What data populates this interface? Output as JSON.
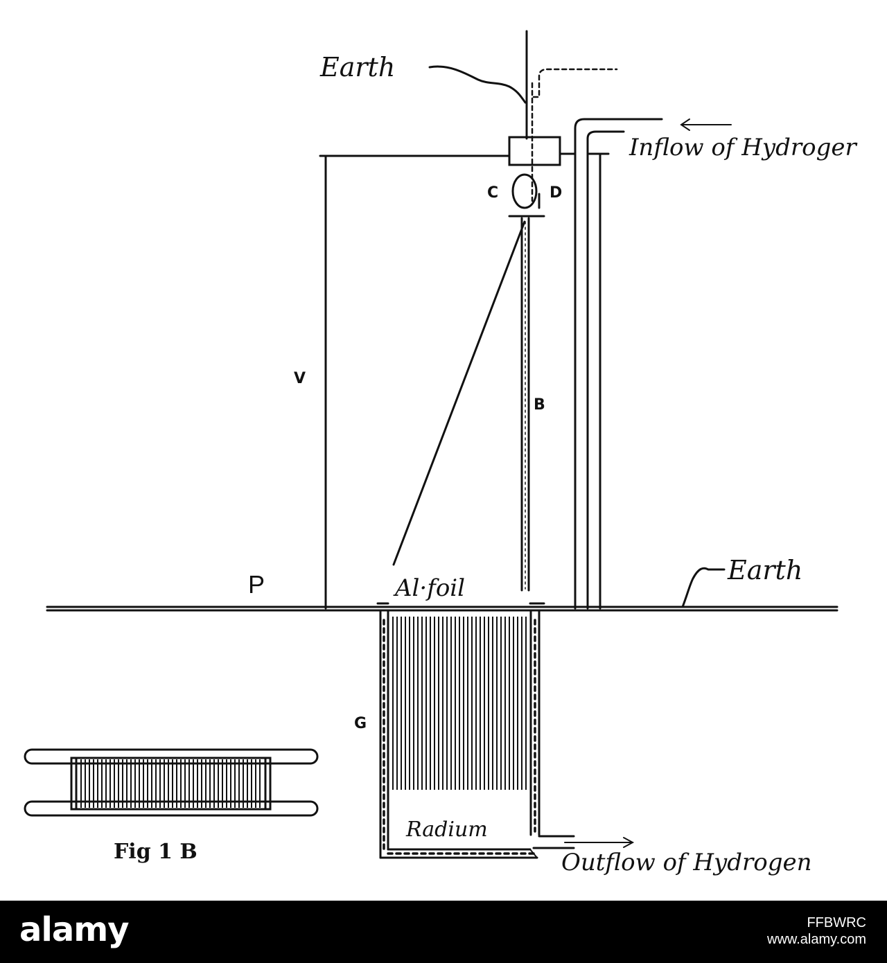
{
  "labels": {
    "earth_top": "Earth",
    "inflow": "Inflow of Hydroger",
    "c": "C",
    "d": "D",
    "v": "V",
    "b": "B",
    "earth_right": "Earth",
    "p": "P",
    "al_foil": "Al·foil",
    "g": "G",
    "radium": "Radium",
    "outflow": "Outflow of Hydrogen",
    "fig_caption": "Fig 1 B"
  },
  "footer": {
    "brand": "alamy",
    "image_id": "FFBWRC",
    "site": "www.alamy.com"
  },
  "colors": {
    "ink": "#111111",
    "paper": "#ffffff",
    "footer": "#000000"
  }
}
